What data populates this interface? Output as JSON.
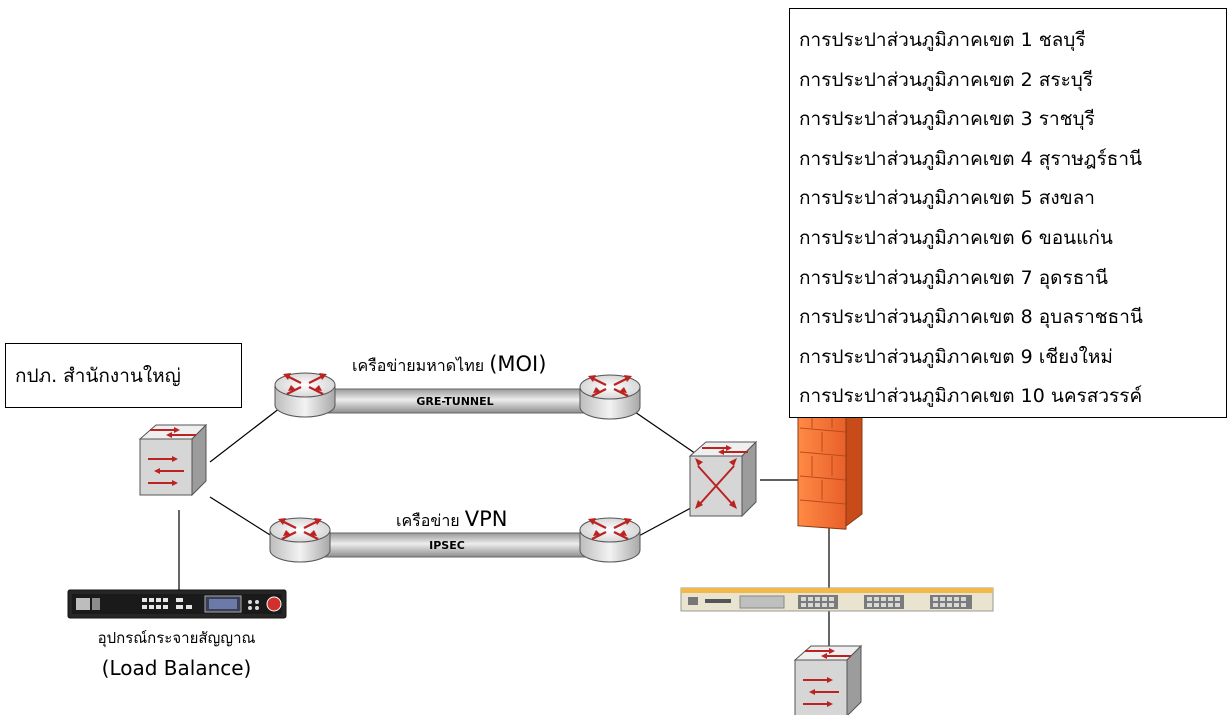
{
  "hq_label": "กปภ. สำนักงานใหญ่",
  "regions": [
    "การประปาส่วนภูมิภาคเขต 1 ชลบุรี",
    "การประปาส่วนภูมิภาคเขต 2 สระบุรี",
    "การประปาส่วนภูมิภาคเขต 3 ราชบุรี",
    "การประปาส่วนภูมิภาคเขต 4 สุราษฎร์ธานี",
    "การประปาส่วนภูมิภาคเขต 5 สงขลา",
    "การประปาส่วนภูมิภาคเขต 6 ขอนแก่น",
    "การประปาส่วนภูมิภาคเขต 7 อุดรธานี",
    "การประปาส่วนภูมิภาคเขต 8 อุบลราชธานี",
    "การประปาส่วนภูมิภาคเขต 9 เชียงใหม่",
    "การประปาส่วนภูมิภาคเขต 10 นครสวรรค์"
  ],
  "moi_network": {
    "thai": "เครือข่ายมหาดไทย",
    "abbr": "(MOI)",
    "tunnel": "GRE-TUNNEL"
  },
  "vpn_network": {
    "thai": "เครือข่าย",
    "abbr": "VPN",
    "tunnel": "IPSEC"
  },
  "load_balancer": {
    "thai": "อุปกรณ์กระจายสัญญาณ",
    "english": "(Load Balance)"
  },
  "colors": {
    "router_arrow": "#c0392b",
    "firewall": "#f07a3a",
    "tunnel": "#c8c8c8",
    "switch_strip": "#f2b84a"
  },
  "icons": [
    "router-icon",
    "switch-icon",
    "firewall-icon",
    "load-balancer-icon",
    "access-switch-icon"
  ]
}
